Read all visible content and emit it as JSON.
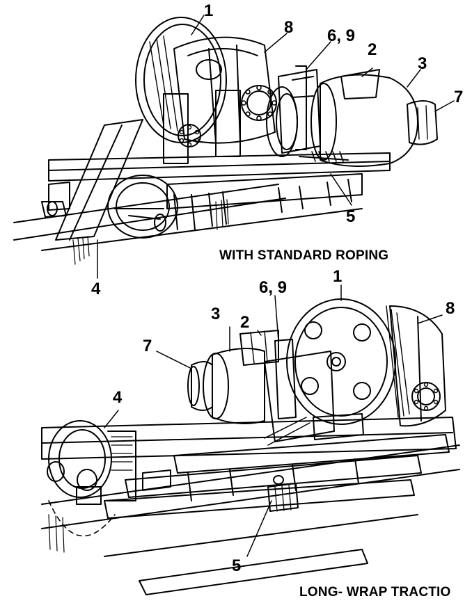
{
  "figure_top": {
    "caption": "WITH STANDARD ROPING",
    "labels": {
      "l1": "1",
      "l8": "8",
      "l69": "6, 9",
      "l2": "2",
      "l3": "3",
      "l7": "7",
      "l5": "5",
      "l4": "4"
    }
  },
  "figure_bottom": {
    "caption": "LONG- WRAP TRACTIO",
    "labels": {
      "l69": "6, 9",
      "l1": "1",
      "l3": "3",
      "l2": "2",
      "l8": "8",
      "l7": "7",
      "l4": "4",
      "l5": "5"
    }
  },
  "colors": {
    "ink": "#000000",
    "paper": "#ffffff"
  }
}
